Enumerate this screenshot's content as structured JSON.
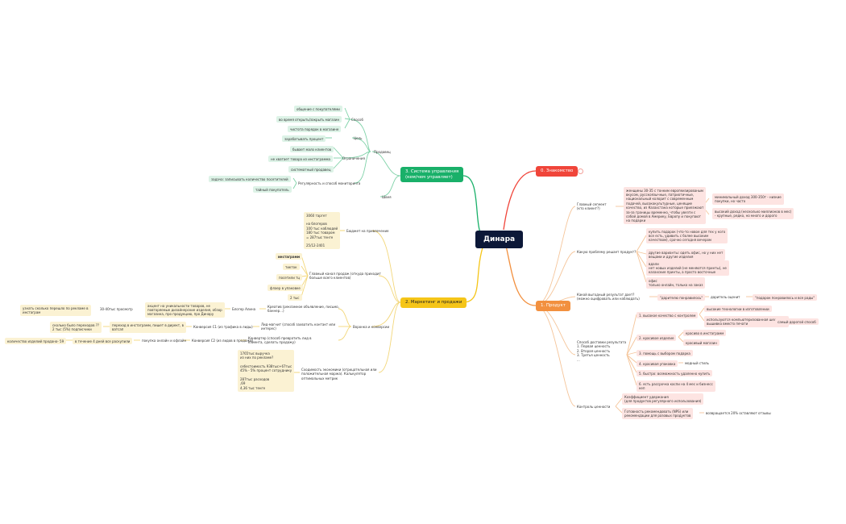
{
  "root": "Динара",
  "branches": {
    "b0": "0. Знакомство",
    "b1": "1. Продукт",
    "b2": "2. Маркетинг и продажи",
    "b3": "3. Система управления\n(кем/чем управляет)"
  },
  "colors": {
    "green": "#19b069",
    "red": "#f0453a",
    "orange": "#f2903f",
    "yellow": "#f5c518",
    "root": "#0c1838"
  },
  "green": {
    "g1": "общение с покупателями",
    "g2": "во время открыть/закрыть магазин",
    "g3": "чистота порядок в магазине",
    "g4": "Способ",
    "g5": "зарабатывать процент",
    "g6": "Цель",
    "g7": "бывает мало клиентов",
    "g8": "не хватает товара из инстаграмма",
    "g9": "Ограничения",
    "g10": "Продавец",
    "g11": "систематный продавец",
    "g12": "задача: записывать количество посетителей",
    "g13": "тайный покупатель",
    "g14": "Регулярность и способ мониторинга",
    "g15": "Швея"
  },
  "red": {
    "r1": "Главный сегмент\n(кто клиент?)",
    "r2": "женщины 30-35 с тонким европеизированым\nвкусом, русскоязычные, патриотичные,\nнациональный колорит с современным\nподачей, высококультурные, ценящие\nкачество, из Казахстана которые приезжают\nза-за границы временно, чтобы увезти с\nсобой домой в Америку, Европу и покупают\nна подарки",
    "r3": "минимальный доход 300-350т - низкие\nпокупки, но часто",
    "r4": "высокий доход (несколько миллионов в мес)\n- крупные, редко, но много и дорого",
    "r5": "Какую проблему решает продукт?",
    "r6": "купить подарок (что-то новое для тех у кого\nвсе есть, удивить с более высоким\nкачеством), срочно сегодня вечером",
    "r7": "другие варианты: одеть офис, но у них нет\nвещами и другие изделия",
    "r8": "вдали\nнет новых изделий (не меняются принты), не\nказахские принты, а просто восточные",
    "r9": "офис\nтолько онлайн, только на заказ",
    "r10": "Какой выгодный результат дает?\n(можно оцифровать или наблюдать)",
    "r11": "\"дарителю понравилось\"",
    "r12": "даритель оценит",
    "r13": "\"подарок понравилось и все рады\"",
    "r14": "Способ доставки результата\n1. Первая ценность\n2. Вторая ценность\n3. Третья ценность\n...",
    "r15": "1. высокое качество с контролем",
    "r16": "высокие технологии в изготовлении",
    "r17": "используются компьютеризованная шелковая\nвышивка вместо печати",
    "r18": "самый дорогой способ",
    "r19": "2. красивое изделие",
    "r20": "красиво в инстаграмм",
    "r21": "красивый магазин",
    "r22": "3. помощь с выбором подарка",
    "r23": "4. красивая упаковка",
    "r24": "модный стиль",
    "r25": "5. быстро: возможность удаленно купить",
    "r26": "6. есть рассрочка каспи на 4 мес и бизнесс\nкеп",
    "r27": "Контроль ценности",
    "r28": "Коэффициент удержания\n(для продуктов регулярного использования)",
    "r29": "Готовность рекомендовать (NPS) или\nрекомендации для разовых продуктов",
    "r30": "возвращается 20% оставляют отзывы"
  },
  "yellow": {
    "y1": "3060 таргет\n\nна блогеров\n100 тыс наблюдей\n180 тыс товаром\n= 287тыс тенге\n\n25/12-2401",
    "y2": "Бюджет на привлечение",
    "y3": "инстаграмм",
    "y4": "тикток",
    "y5": "посетили тц",
    "y6": "флаер в упаковке",
    "y7": "2 тыс",
    "y8": "Главный канал продаж (откуда приходит\nбольше всего клиентов)",
    "y9": "узнать сколько перешло по рекламе в\nинстаграм",
    "y10": "30-40тыс просмотр",
    "y11": "акцент на уникальности товаров, не\nповторяемые дизайнерские изделия, обзор\nмагазина, про продукцию, про Динару",
    "y12": "Блогер Алина",
    "y13": "Креатив (рекламное объявление, письмо,\nбаннер...)",
    "y14": "сколько было переходов ??\n2 тыс (5%) подписчики",
    "y15": "переход в инстаграмм, пишет в директ, в\nватсап",
    "y16": "Конверсия С1 (из трафика в лиды)",
    "y17": "Лид-магнит (способ захватить контакт или\nинтерес)",
    "y18": "Воронка и конверсии",
    "y19": "количество изделий продано- 59",
    "y20": "в течение 4 дней все раскупили",
    "y21": "покупка онлайн и офлайн",
    "y22": "Конверсия С2 (из лидов в продажи)",
    "y23": "Конвертер (способ превратить лид в\nклиента, сделать продажу)",
    "y24": "1765тыс выручка\nиз них по рекламе?\n\nсебестоимость 938тыс+67тыс\n45% - 5% процент сотруднику\n\n287тыс расходов\n,69\n4,36 тыс тенге",
    "y25": "Сходимость экономики (отрицательная или\nположительная маржа). Калькулятор\nоптимальных метрик"
  }
}
